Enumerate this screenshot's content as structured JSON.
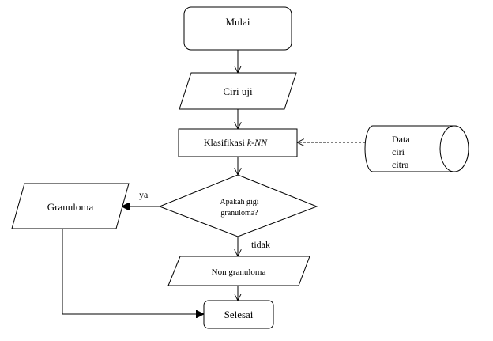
{
  "nodes": {
    "start": "Mulai",
    "input": "Ciri uji",
    "classify": {
      "prefix": "Klasifikasi ",
      "method": "k-NN"
    },
    "database": {
      "line1": "Data",
      "line2": "ciri",
      "line3": "citra"
    },
    "decision": {
      "line1": "Apakah gigi",
      "line2": "granuloma?"
    },
    "output_yes": "Granuloma",
    "output_no": "Non granuloma",
    "end": "Selesai"
  },
  "edges": {
    "yes_label": "ya",
    "no_label": "tidak"
  },
  "colors": {
    "stroke": "#000000",
    "fill": "#ffffff",
    "text": "#000000"
  }
}
